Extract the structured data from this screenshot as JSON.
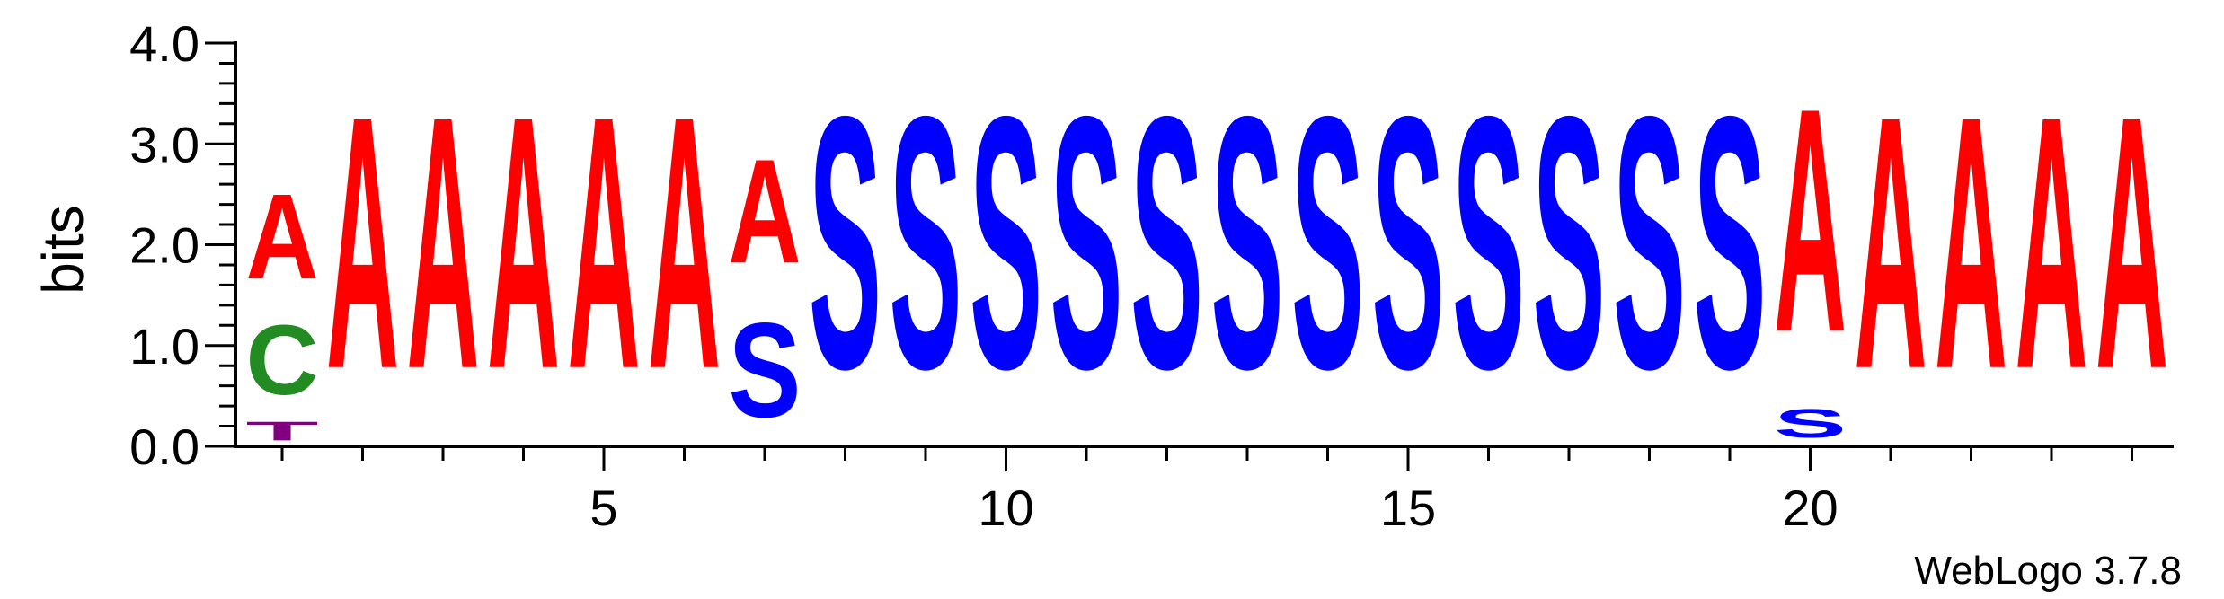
{
  "chart_data": {
    "type": "sequence-logo",
    "ylabel": "bits",
    "ylim": [
      0,
      4.0
    ],
    "y_ticks": [
      "0.0",
      "1.0",
      "2.0",
      "3.0",
      "4.0"
    ],
    "x_ticks": [
      "5",
      "10",
      "15",
      "20"
    ],
    "x_tick_values": [
      5,
      10,
      15,
      20
    ],
    "credit": "WebLogo 3.7.8",
    "colors": {
      "A": "#ff0000",
      "C": "#228b22",
      "T": "#800080",
      "S": "#0000ff"
    },
    "positions": [
      {
        "pos": 1,
        "stack": [
          {
            "letter": "T",
            "bits": 0.3
          },
          {
            "letter": "C",
            "bits": 1.1
          },
          {
            "letter": "A",
            "bits": 1.35
          }
        ]
      },
      {
        "pos": 2,
        "stack": [
          {
            "letter": "A",
            "bits": 4.0
          }
        ]
      },
      {
        "pos": 3,
        "stack": [
          {
            "letter": "A",
            "bits": 4.0
          }
        ]
      },
      {
        "pos": 4,
        "stack": [
          {
            "letter": "A",
            "bits": 4.0
          }
        ]
      },
      {
        "pos": 5,
        "stack": [
          {
            "letter": "A",
            "bits": 4.0
          }
        ]
      },
      {
        "pos": 6,
        "stack": [
          {
            "letter": "A",
            "bits": 4.0
          }
        ]
      },
      {
        "pos": 7,
        "stack": [
          {
            "letter": "S",
            "bits": 1.5
          },
          {
            "letter": "A",
            "bits": 1.65
          }
        ]
      },
      {
        "pos": 8,
        "stack": [
          {
            "letter": "S",
            "bits": 4.0
          }
        ]
      },
      {
        "pos": 9,
        "stack": [
          {
            "letter": "S",
            "bits": 4.0
          }
        ]
      },
      {
        "pos": 10,
        "stack": [
          {
            "letter": "S",
            "bits": 4.0
          }
        ]
      },
      {
        "pos": 11,
        "stack": [
          {
            "letter": "S",
            "bits": 4.0
          }
        ]
      },
      {
        "pos": 12,
        "stack": [
          {
            "letter": "S",
            "bits": 4.0
          }
        ]
      },
      {
        "pos": 13,
        "stack": [
          {
            "letter": "S",
            "bits": 4.0
          }
        ]
      },
      {
        "pos": 14,
        "stack": [
          {
            "letter": "S",
            "bits": 4.0
          }
        ]
      },
      {
        "pos": 15,
        "stack": [
          {
            "letter": "S",
            "bits": 4.0
          }
        ]
      },
      {
        "pos": 16,
        "stack": [
          {
            "letter": "S",
            "bits": 4.0
          }
        ]
      },
      {
        "pos": 17,
        "stack": [
          {
            "letter": "S",
            "bits": 4.0
          }
        ]
      },
      {
        "pos": 18,
        "stack": [
          {
            "letter": "S",
            "bits": 4.0
          }
        ]
      },
      {
        "pos": 19,
        "stack": [
          {
            "letter": "S",
            "bits": 4.0
          }
        ]
      },
      {
        "pos": 20,
        "stack": [
          {
            "letter": "S",
            "bits": 0.45
          },
          {
            "letter": "A",
            "bits": 3.55
          }
        ]
      },
      {
        "pos": 21,
        "stack": [
          {
            "letter": "A",
            "bits": 4.0
          }
        ]
      },
      {
        "pos": 22,
        "stack": [
          {
            "letter": "A",
            "bits": 4.0
          }
        ]
      },
      {
        "pos": 23,
        "stack": [
          {
            "letter": "A",
            "bits": 4.0
          }
        ]
      },
      {
        "pos": 24,
        "stack": [
          {
            "letter": "A",
            "bits": 4.0
          }
        ]
      }
    ]
  }
}
